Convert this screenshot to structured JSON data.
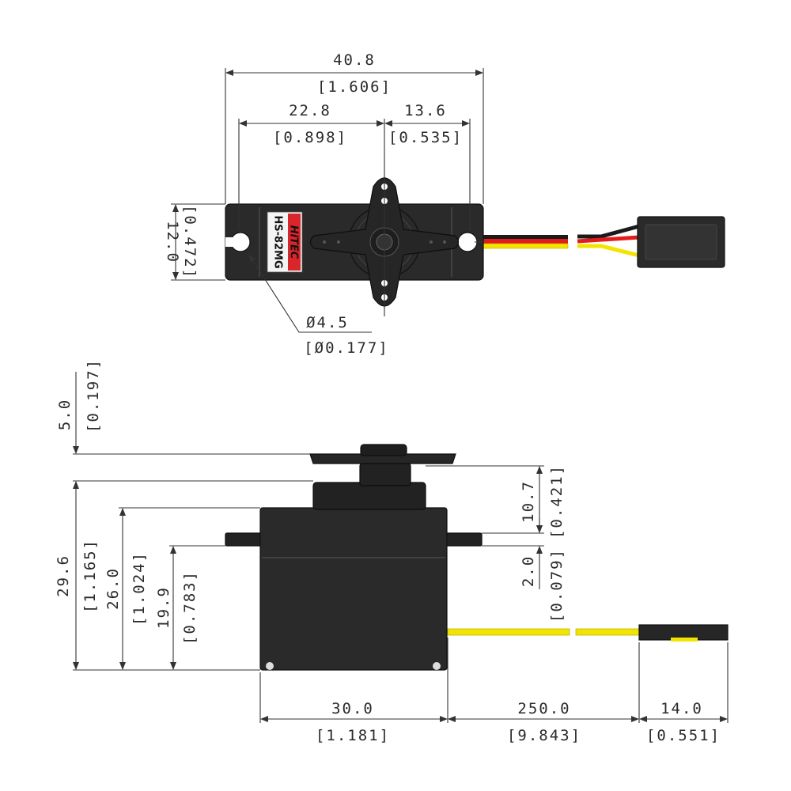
{
  "top_view": {
    "width_mm": "40.8",
    "width_in": "[1.606]",
    "left_mm": "22.8",
    "left_in": "[0.898]",
    "right_mm": "13.6",
    "right_in": "[0.535]",
    "height_mm": "12.0",
    "height_in": "[0.472]",
    "hole_mm": "Ø4.5",
    "hole_in": "[Ø0.177]",
    "brand": "HiTEC",
    "model": "HS-82MG"
  },
  "side_view": {
    "horn_mm": "5.0",
    "horn_in": "[0.197]",
    "total_mm": "29.6",
    "total_in": "[1.165]",
    "mount_mm": "26.0",
    "mount_in": "[1.024]",
    "lower_mm": "19.9",
    "lower_in": "[0.783]",
    "upper_mm": "10.7",
    "upper_in": "[0.421]",
    "tab_mm": "2.0",
    "tab_in": "[0.079]",
    "body_mm": "30.0",
    "body_in": "[1.181]",
    "wire_mm": "250.0",
    "wire_in": "[9.843]",
    "plug_mm": "14.0",
    "plug_in": "[0.551]"
  },
  "colors": {
    "wire_red": "#e31b1b",
    "wire_yellow": "#f3e400",
    "wire_black": "#1a1a1a",
    "body": "#2a2a2a",
    "label_red": "#d9262a"
  }
}
